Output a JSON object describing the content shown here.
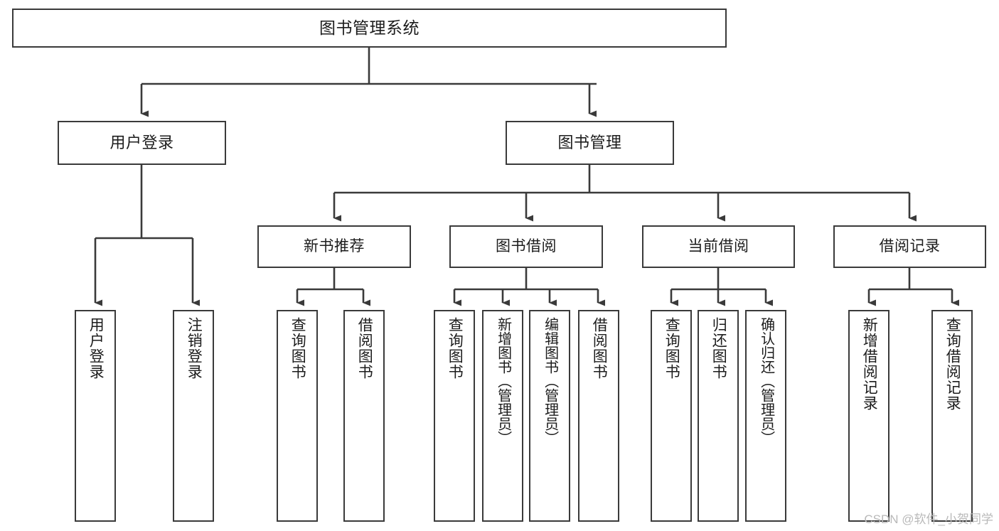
{
  "diagram": {
    "title": "图书管理系统",
    "type": "tree",
    "watermark": "CSDN @软件_小贺同学",
    "colors": {
      "stroke": "#3a3a3a",
      "text": "#1c1c1c",
      "background": "#ffffff",
      "watermark": "#b9b9b9"
    },
    "root": {
      "label": "图书管理系统"
    },
    "level2": [
      {
        "label": "用户登录"
      },
      {
        "label": "图书管理"
      }
    ],
    "level3": [
      {
        "label": "新书推荐"
      },
      {
        "label": "图书借阅"
      },
      {
        "label": "当前借阅"
      },
      {
        "label": "借阅记录"
      }
    ],
    "leaves": {
      "user_login": [
        {
          "label": "用户登录"
        },
        {
          "label": "注销登录"
        }
      ],
      "new_book_recommend": [
        {
          "label": "查询图书"
        },
        {
          "label": "借阅图书"
        }
      ],
      "book_borrow": [
        {
          "label": "查询图书"
        },
        {
          "label": "新增图书（管理员）"
        },
        {
          "label": "编辑图书（管理员）"
        },
        {
          "label": "借阅图书"
        }
      ],
      "current_borrow": [
        {
          "label": "查询图书"
        },
        {
          "label": "归还图书"
        },
        {
          "label": "确认归还（管理员）"
        }
      ],
      "borrow_record": [
        {
          "label": "新增借阅记录"
        },
        {
          "label": "查询借阅记录"
        }
      ]
    }
  }
}
